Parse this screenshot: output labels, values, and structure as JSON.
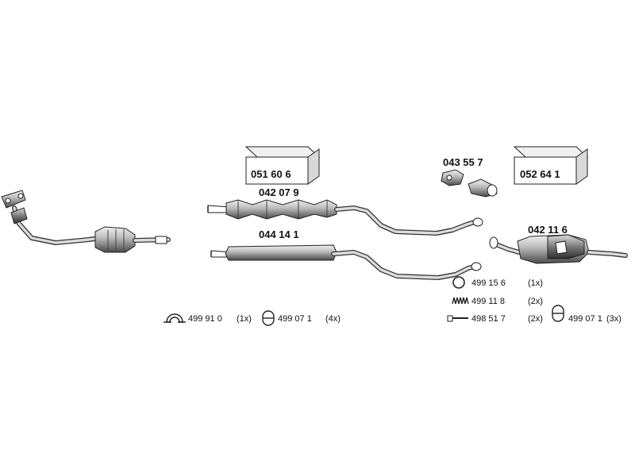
{
  "parts": {
    "catalytic_box": "051 60 6",
    "front_muffler_a": "042 07 9",
    "front_muffler_b": "044 14 1",
    "connector": "043 55 7",
    "rear_box": "052 64 1",
    "rear_muffler": "042 11 6"
  },
  "accessories": [
    {
      "code": "499 91 0",
      "qty": "(1x)"
    },
    {
      "code": "499 07 1",
      "qty": "(4x)"
    },
    {
      "code": "499 15 6",
      "qty": "(1x)"
    },
    {
      "code": "499 11 8",
      "qty": "(2x)"
    },
    {
      "code": "498 51 7",
      "qty": "(2x)"
    },
    {
      "code": "499 07 1",
      "qty": "(3x)"
    }
  ],
  "colors": {
    "line": "#222222",
    "metal_dark": "#555555",
    "metal_mid": "#9a9a9a",
    "metal_light": "#e6e6e6"
  }
}
